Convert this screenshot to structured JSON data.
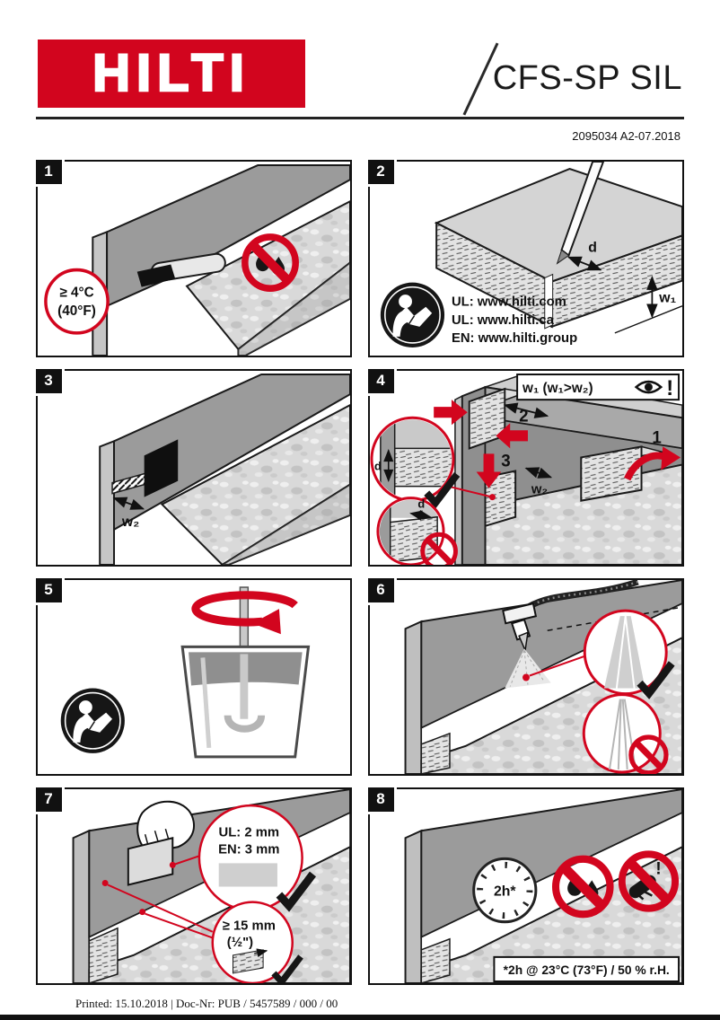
{
  "header": {
    "brand": "HILTI",
    "product": "CFS-SP SIL",
    "doc_number": "2095034 A2-07.2018"
  },
  "colors": {
    "brand_red": "#d2051e",
    "ink": "#111111"
  },
  "panels": {
    "p1": {
      "number": "1",
      "temp_c": "≥ 4°C",
      "temp_f": "(40°F)"
    },
    "p2": {
      "number": "2",
      "dim_d": "d",
      "dim_w1": "w₁",
      "link_ul_com": "UL: www.hilti.com",
      "link_ul_ca": "UL: www.hilti.ca",
      "link_en": "EN: www.hilti.group"
    },
    "p3": {
      "number": "3",
      "dim_w2": "w₂"
    },
    "p4": {
      "number": "4",
      "rule": "w₁ (w₁>w₂)",
      "warn": "!",
      "step1": "1",
      "step2": "2",
      "step3": "3",
      "dim_w2": "w₂",
      "dim_d_ok": "d",
      "dim_d_bad": "d"
    },
    "p5": {
      "number": "5"
    },
    "p6": {
      "number": "6"
    },
    "p7": {
      "number": "7",
      "gap_ul": "UL: 2 mm",
      "gap_en": "EN: 3 mm",
      "overlap_mm": "≥ 15 mm",
      "overlap_in": "(½\")"
    },
    "p8": {
      "number": "8",
      "cure": "2h*",
      "warn": "!",
      "note": "*2h @ 23°C (73°F) / 50 % r.H."
    }
  },
  "footer": {
    "printed": "Printed: 15.10.2018 | Doc-Nr: PUB / 5457589 / 000 / 00"
  }
}
